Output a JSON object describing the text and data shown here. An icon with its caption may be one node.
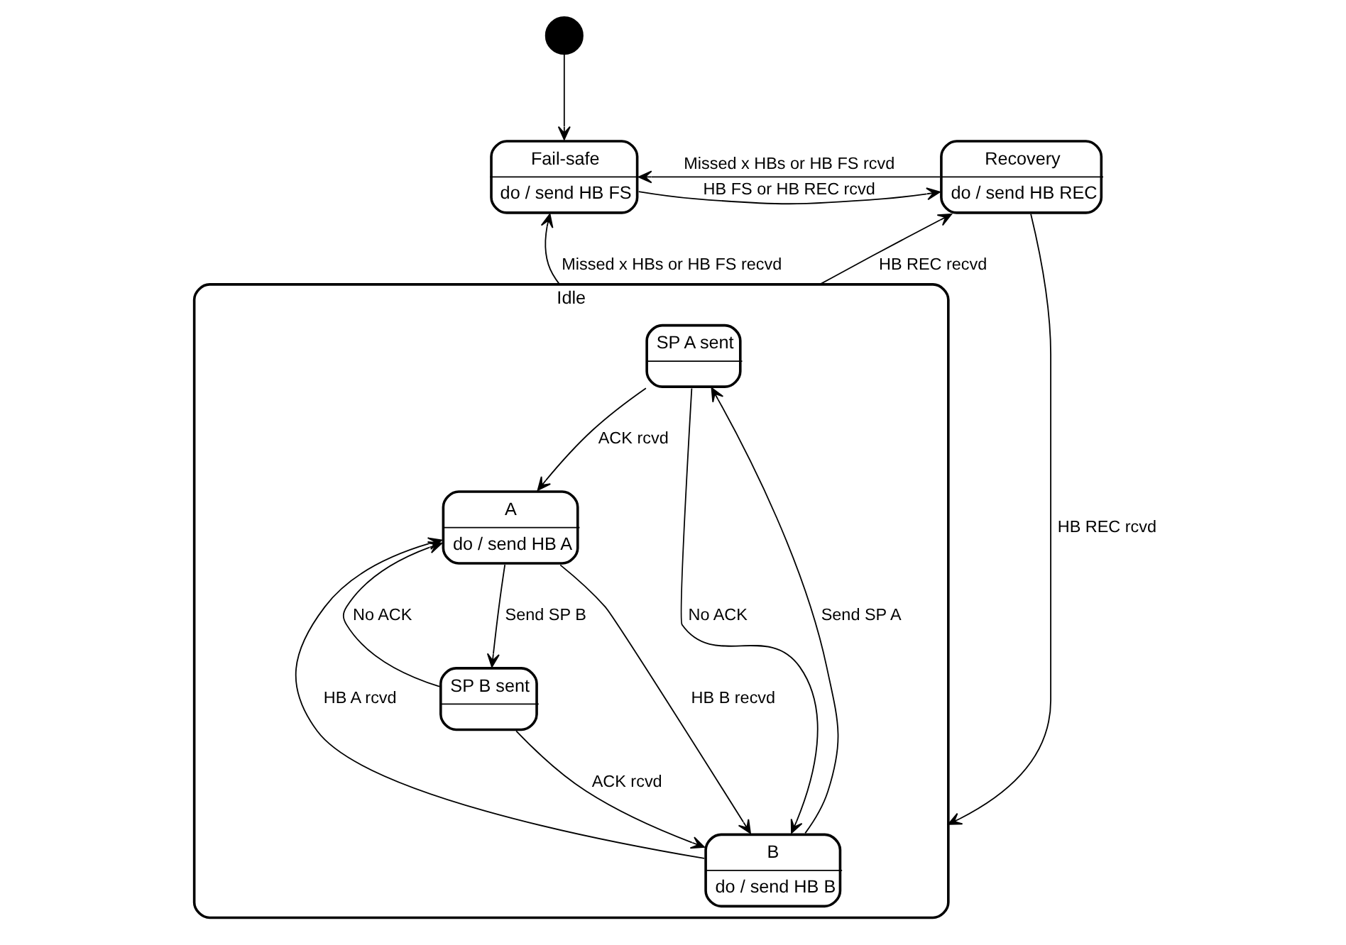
{
  "diagram": {
    "nodes": [
      {
        "text": [],
        "shape": "circle"
      },
      {
        "text": [
          "Fail-safe",
          "do / send HB FS"
        ]
      },
      {
        "text": [
          "Recovery",
          "do / send HB REC"
        ]
      },
      {
        "text": [
          "Idle"
        ]
      },
      {
        "text": [
          "SP A sent"
        ],
        "in": 3
      },
      {
        "text": [
          "A",
          "do / send HB A"
        ],
        "in": 3
      },
      {
        "text": [
          "B",
          "do / send HB B"
        ],
        "in": 3
      },
      {
        "text": [
          "SP B sent"
        ],
        "in": 3
      }
    ],
    "edges": [
      {
        "from": 0,
        "to": 1,
        "arrow": "to"
      },
      {
        "from": 2,
        "to": 1,
        "arrow": "to",
        "label": "Missed x HBs or HB FS rcvd"
      },
      {
        "from": 1,
        "to": 2,
        "arrow": "to",
        "label": "HB FS or HB REC rcvd"
      },
      {
        "from": 3,
        "to": 1,
        "arrow": "to",
        "label": "Missed x HBs or HB FS recvd"
      },
      {
        "from": 3,
        "to": 2,
        "arrow": "to",
        "label": "HB REC recvd"
      },
      {
        "from": 2,
        "to": 3,
        "arrow": "to",
        "label": "HB REC rcvd"
      },
      {
        "from": 4,
        "to": 5,
        "arrow": "to",
        "label": "ACK rcvd"
      },
      {
        "from": 4,
        "to": 6,
        "arrow": "to",
        "label": "No ACK"
      },
      {
        "from": 6,
        "to": 4,
        "arrow": "to",
        "label": "Send SP A"
      },
      {
        "from": 6,
        "to": 5,
        "arrow": "to",
        "label": "HB A rcvd"
      },
      {
        "from": 5,
        "to": 6,
        "arrow": "to",
        "label": "HB B recvd"
      },
      {
        "from": 7,
        "to": 5,
        "arrow": "to",
        "label": "No ACK"
      },
      {
        "from": 5,
        "to": 7,
        "arrow": "to",
        "label": "Send SP B"
      },
      {
        "from": 7,
        "to": 6,
        "arrow": "to",
        "label": "ACK rcvd"
      }
    ]
  }
}
